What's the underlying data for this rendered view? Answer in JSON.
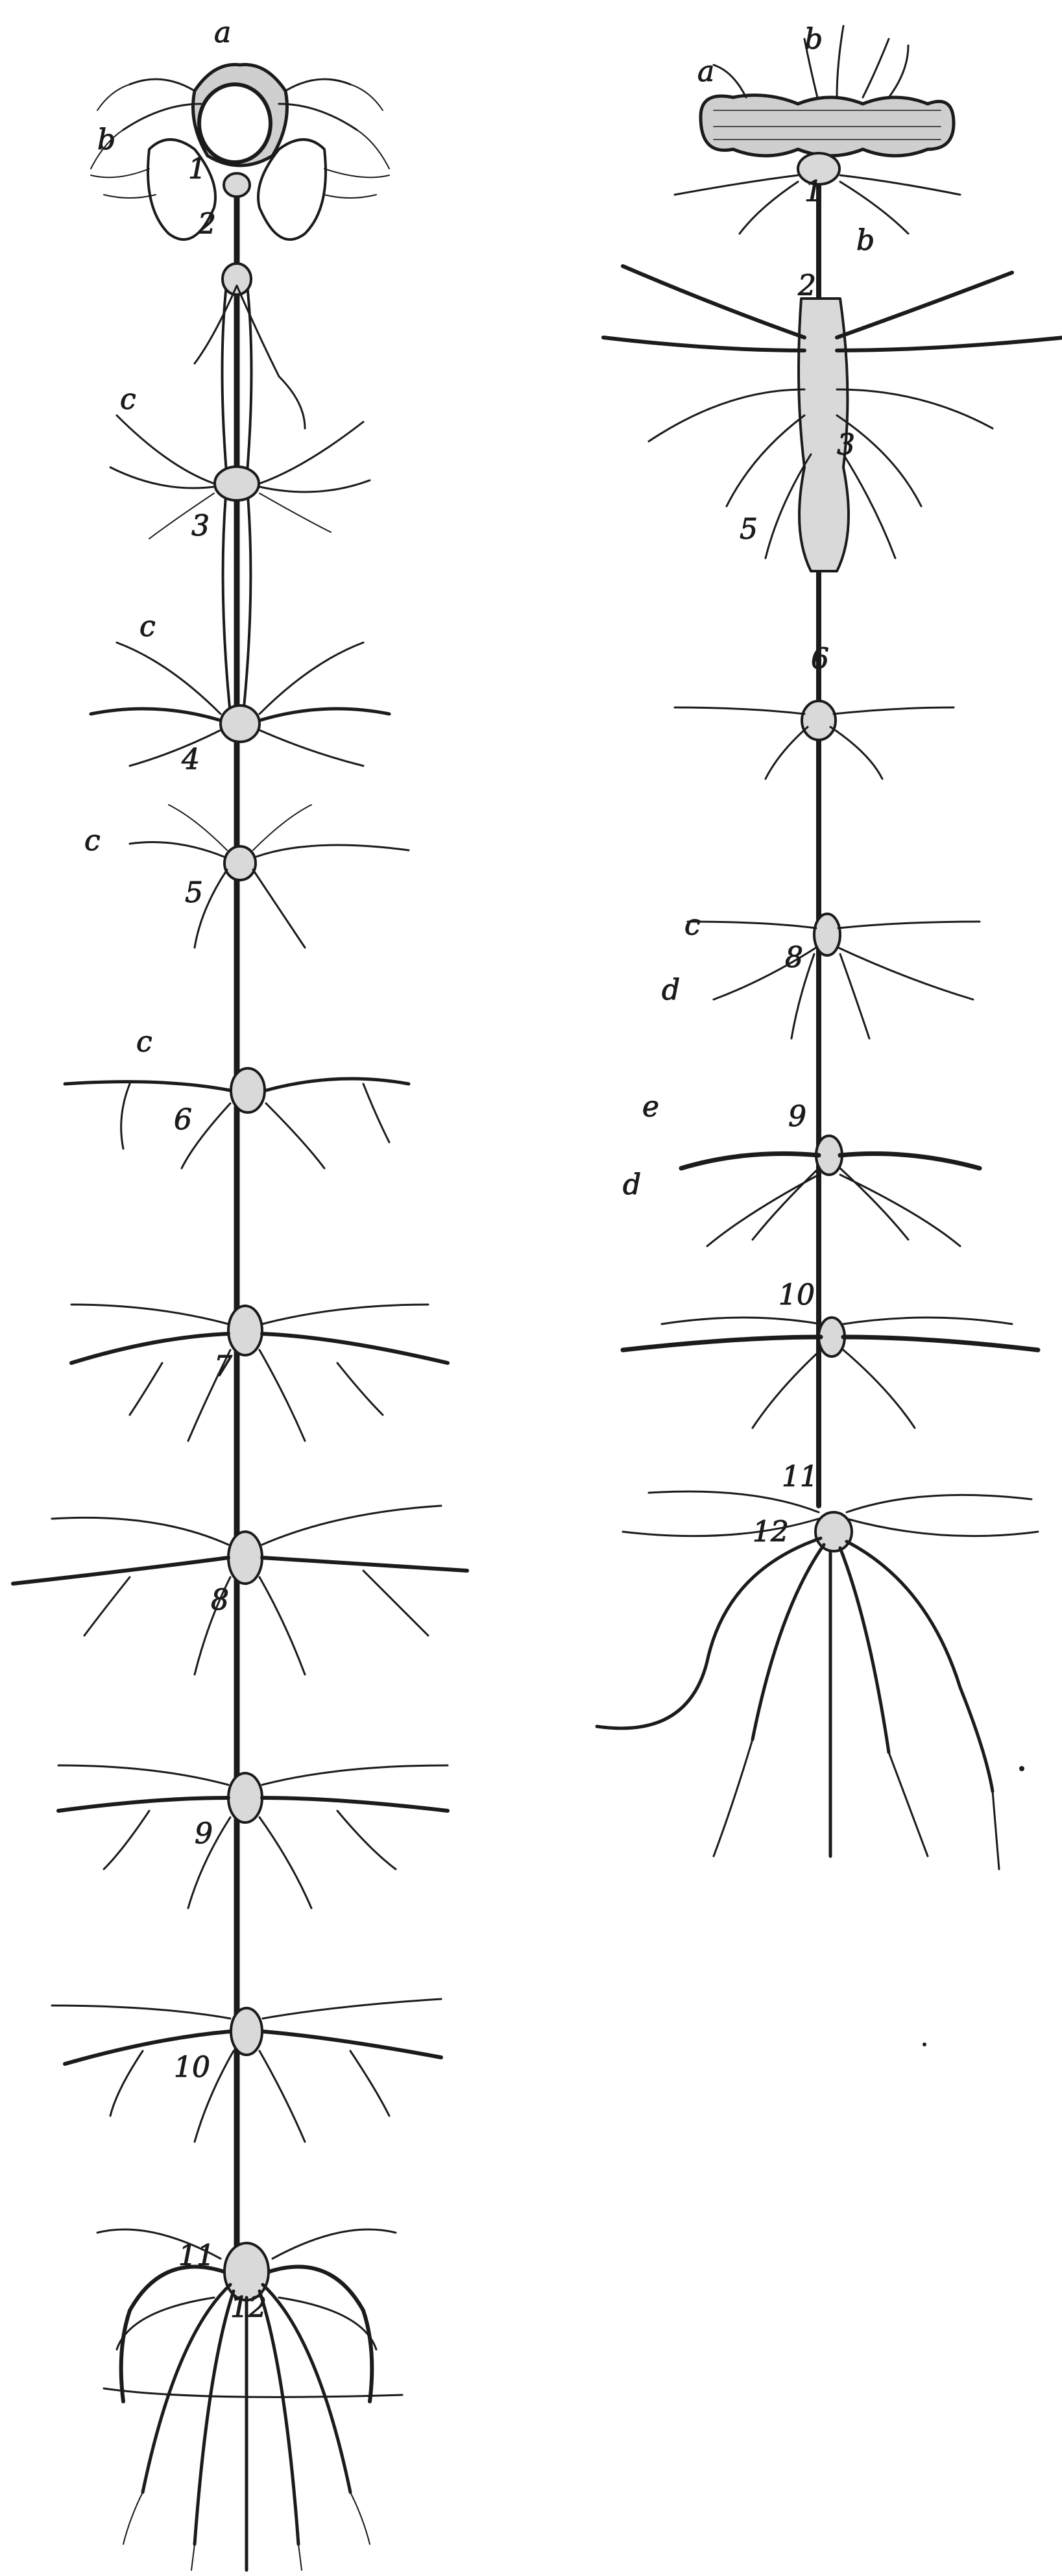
{
  "figure": {
    "background": "#ffffff",
    "ink": "#1b1b1b",
    "ganglion_fill": "#d9d9d9",
    "brain_fill": "#cfcfcf"
  },
  "left_chain": {
    "top_labels": {
      "a": "a",
      "b": "b"
    },
    "ganglion_numbers": [
      "1",
      "2",
      "3",
      "4",
      "5",
      "6",
      "7",
      "8",
      "9",
      "10",
      "11",
      "12"
    ],
    "c_labels": [
      "c",
      "c",
      "c",
      "c"
    ]
  },
  "right_chain": {
    "top_labels": {
      "a": "a",
      "b": "b",
      "b2": "b"
    },
    "ganglion_numbers": [
      "1",
      "2",
      "3",
      "5",
      "6",
      "8",
      "9",
      "10",
      "11",
      "12"
    ],
    "side_labels": {
      "c": "c",
      "d1": "d",
      "e": "e",
      "d2": "d"
    }
  }
}
